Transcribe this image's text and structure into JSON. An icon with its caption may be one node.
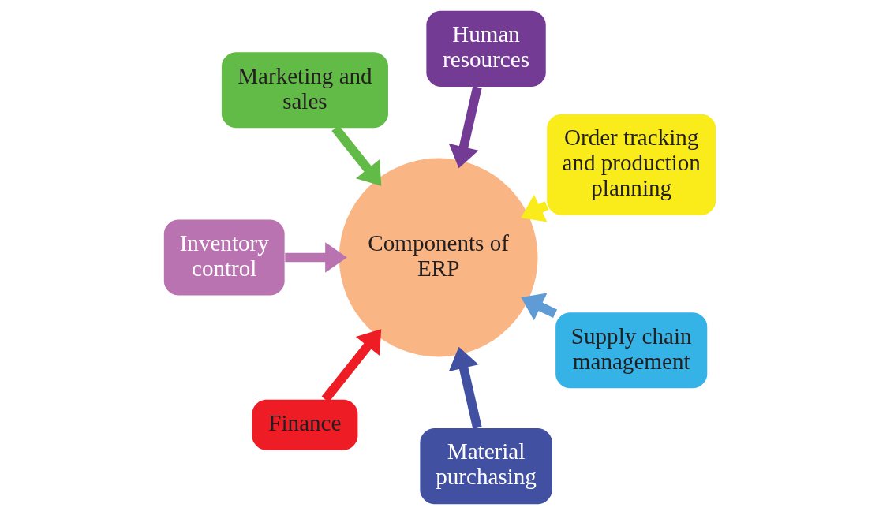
{
  "diagram": {
    "nodes": [
      {
        "text": [
          "Order tracking and production planning"
        ]
      },
      {
        "text": [
          "Human resources"
        ]
      },
      {
        "text": [
          "Marketing and sales"
        ]
      },
      {
        "text": [
          "Inventory control"
        ]
      },
      {
        "text": [
          "Finance"
        ]
      },
      {
        "text": [
          "Material purchasing"
        ]
      },
      {
        "text": [
          "Supply chain management"
        ]
      },
      {
        "text": [
          "Components of ERP"
        ]
      }
    ],
    "edges": [
      {
        "from": 0,
        "to": 7,
        "arrow": "to",
        "color": "#f9ec1a"
      },
      {
        "from": 1,
        "to": 7,
        "arrow": "to",
        "color": "#733b93"
      },
      {
        "from": 2,
        "to": 7,
        "arrow": "to",
        "color": "#62bb46"
      },
      {
        "from": 3,
        "to": 7,
        "arrow": "to",
        "color": "#b973b0"
      },
      {
        "from": 4,
        "to": 7,
        "arrow": "to",
        "color": "#ee1c25"
      },
      {
        "from": 5,
        "to": 7,
        "arrow": "to",
        "color": "#4250a2"
      },
      {
        "from": 6,
        "to": 7,
        "arrow": "to",
        "color": "#5f9bd5"
      }
    ]
  }
}
